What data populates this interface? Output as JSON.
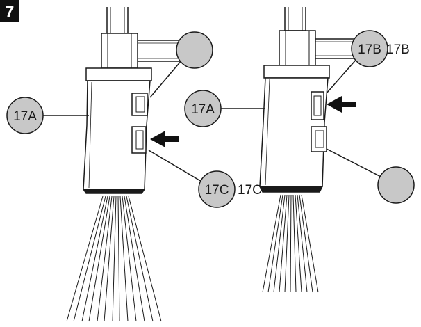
{
  "figure": {
    "step_number": "7",
    "left_view": {
      "body_label": "17A",
      "spray_label": "17C",
      "spray_label_extra": "17C",
      "top_callout": "",
      "spray_mode": "wide-spray"
    },
    "right_view": {
      "body_label": "17A",
      "stream_label": "17B",
      "stream_label_extra": "17B",
      "bottom_callout": "",
      "spray_mode": "narrow-stream"
    },
    "colors": {
      "callout_fill": "#c8c8c8",
      "line": "#1a1a1a",
      "arrow": "#111111",
      "step_badge": "#111111"
    }
  }
}
